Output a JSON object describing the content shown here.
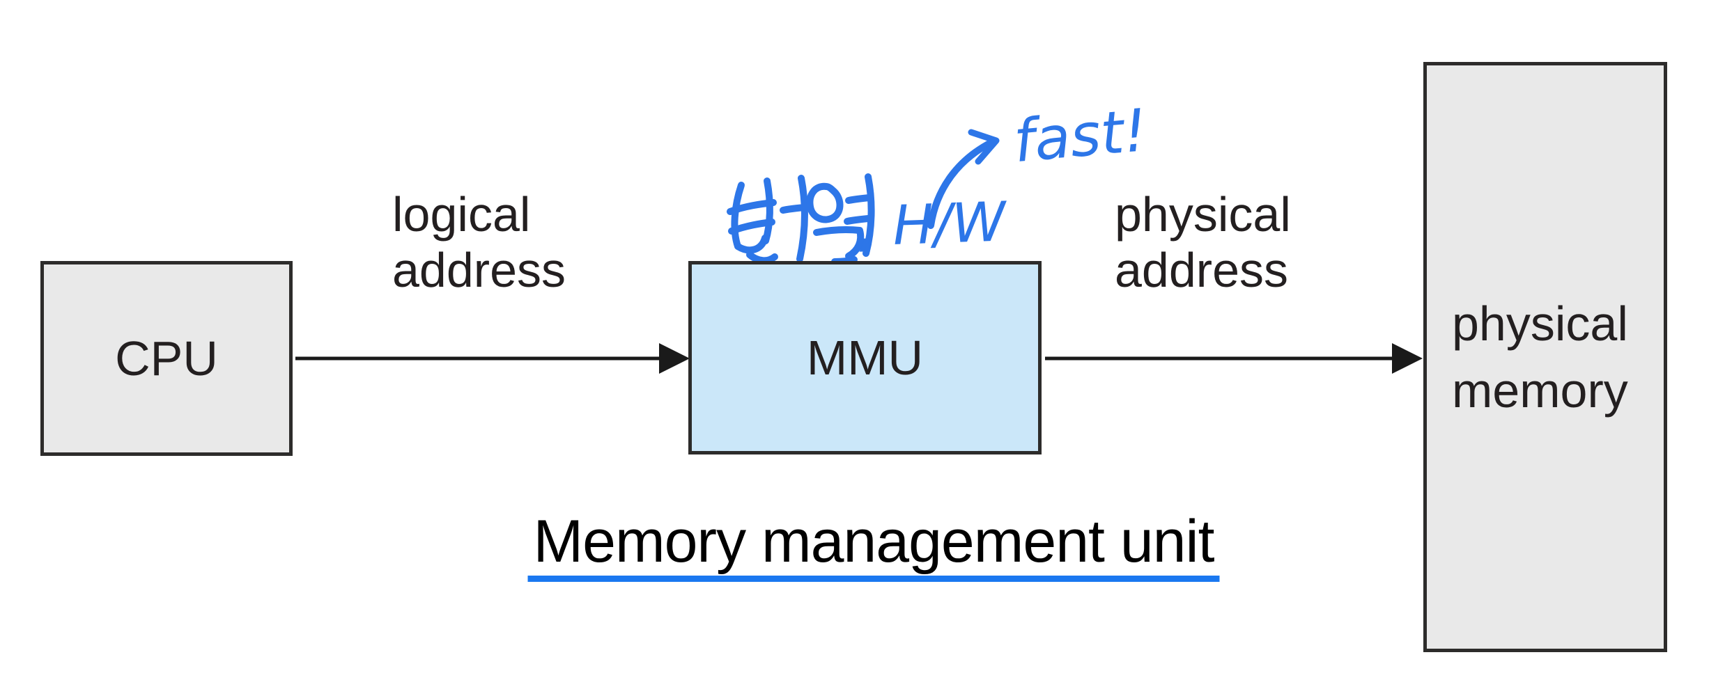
{
  "diagram": {
    "title": "Memory management unit",
    "nodes": {
      "cpu": {
        "label": "CPU"
      },
      "mmu": {
        "label": "MMU"
      },
      "physical_memory": {
        "line1": "physical",
        "line2": "memory"
      }
    },
    "edge_labels": {
      "logical": {
        "line1": "logical",
        "line2": "address"
      },
      "physical": {
        "line1": "physical",
        "line2": "address"
      }
    },
    "annotations": {
      "hw_note": "번역 , H/W",
      "hw_note_text": ", H/W",
      "fast_note": "fast!"
    },
    "colors": {
      "box_fill_gray": "#e9e9e9",
      "mmu_fill_blue": "#cbe7f9",
      "box_border": "#2d2c2b",
      "label_text": "#231f20",
      "title_text": "#000000",
      "title_underline_blue": "#1a78f0",
      "handwriting_blue": "#2d76e8",
      "arrow_black": "#1a1a1a"
    }
  }
}
